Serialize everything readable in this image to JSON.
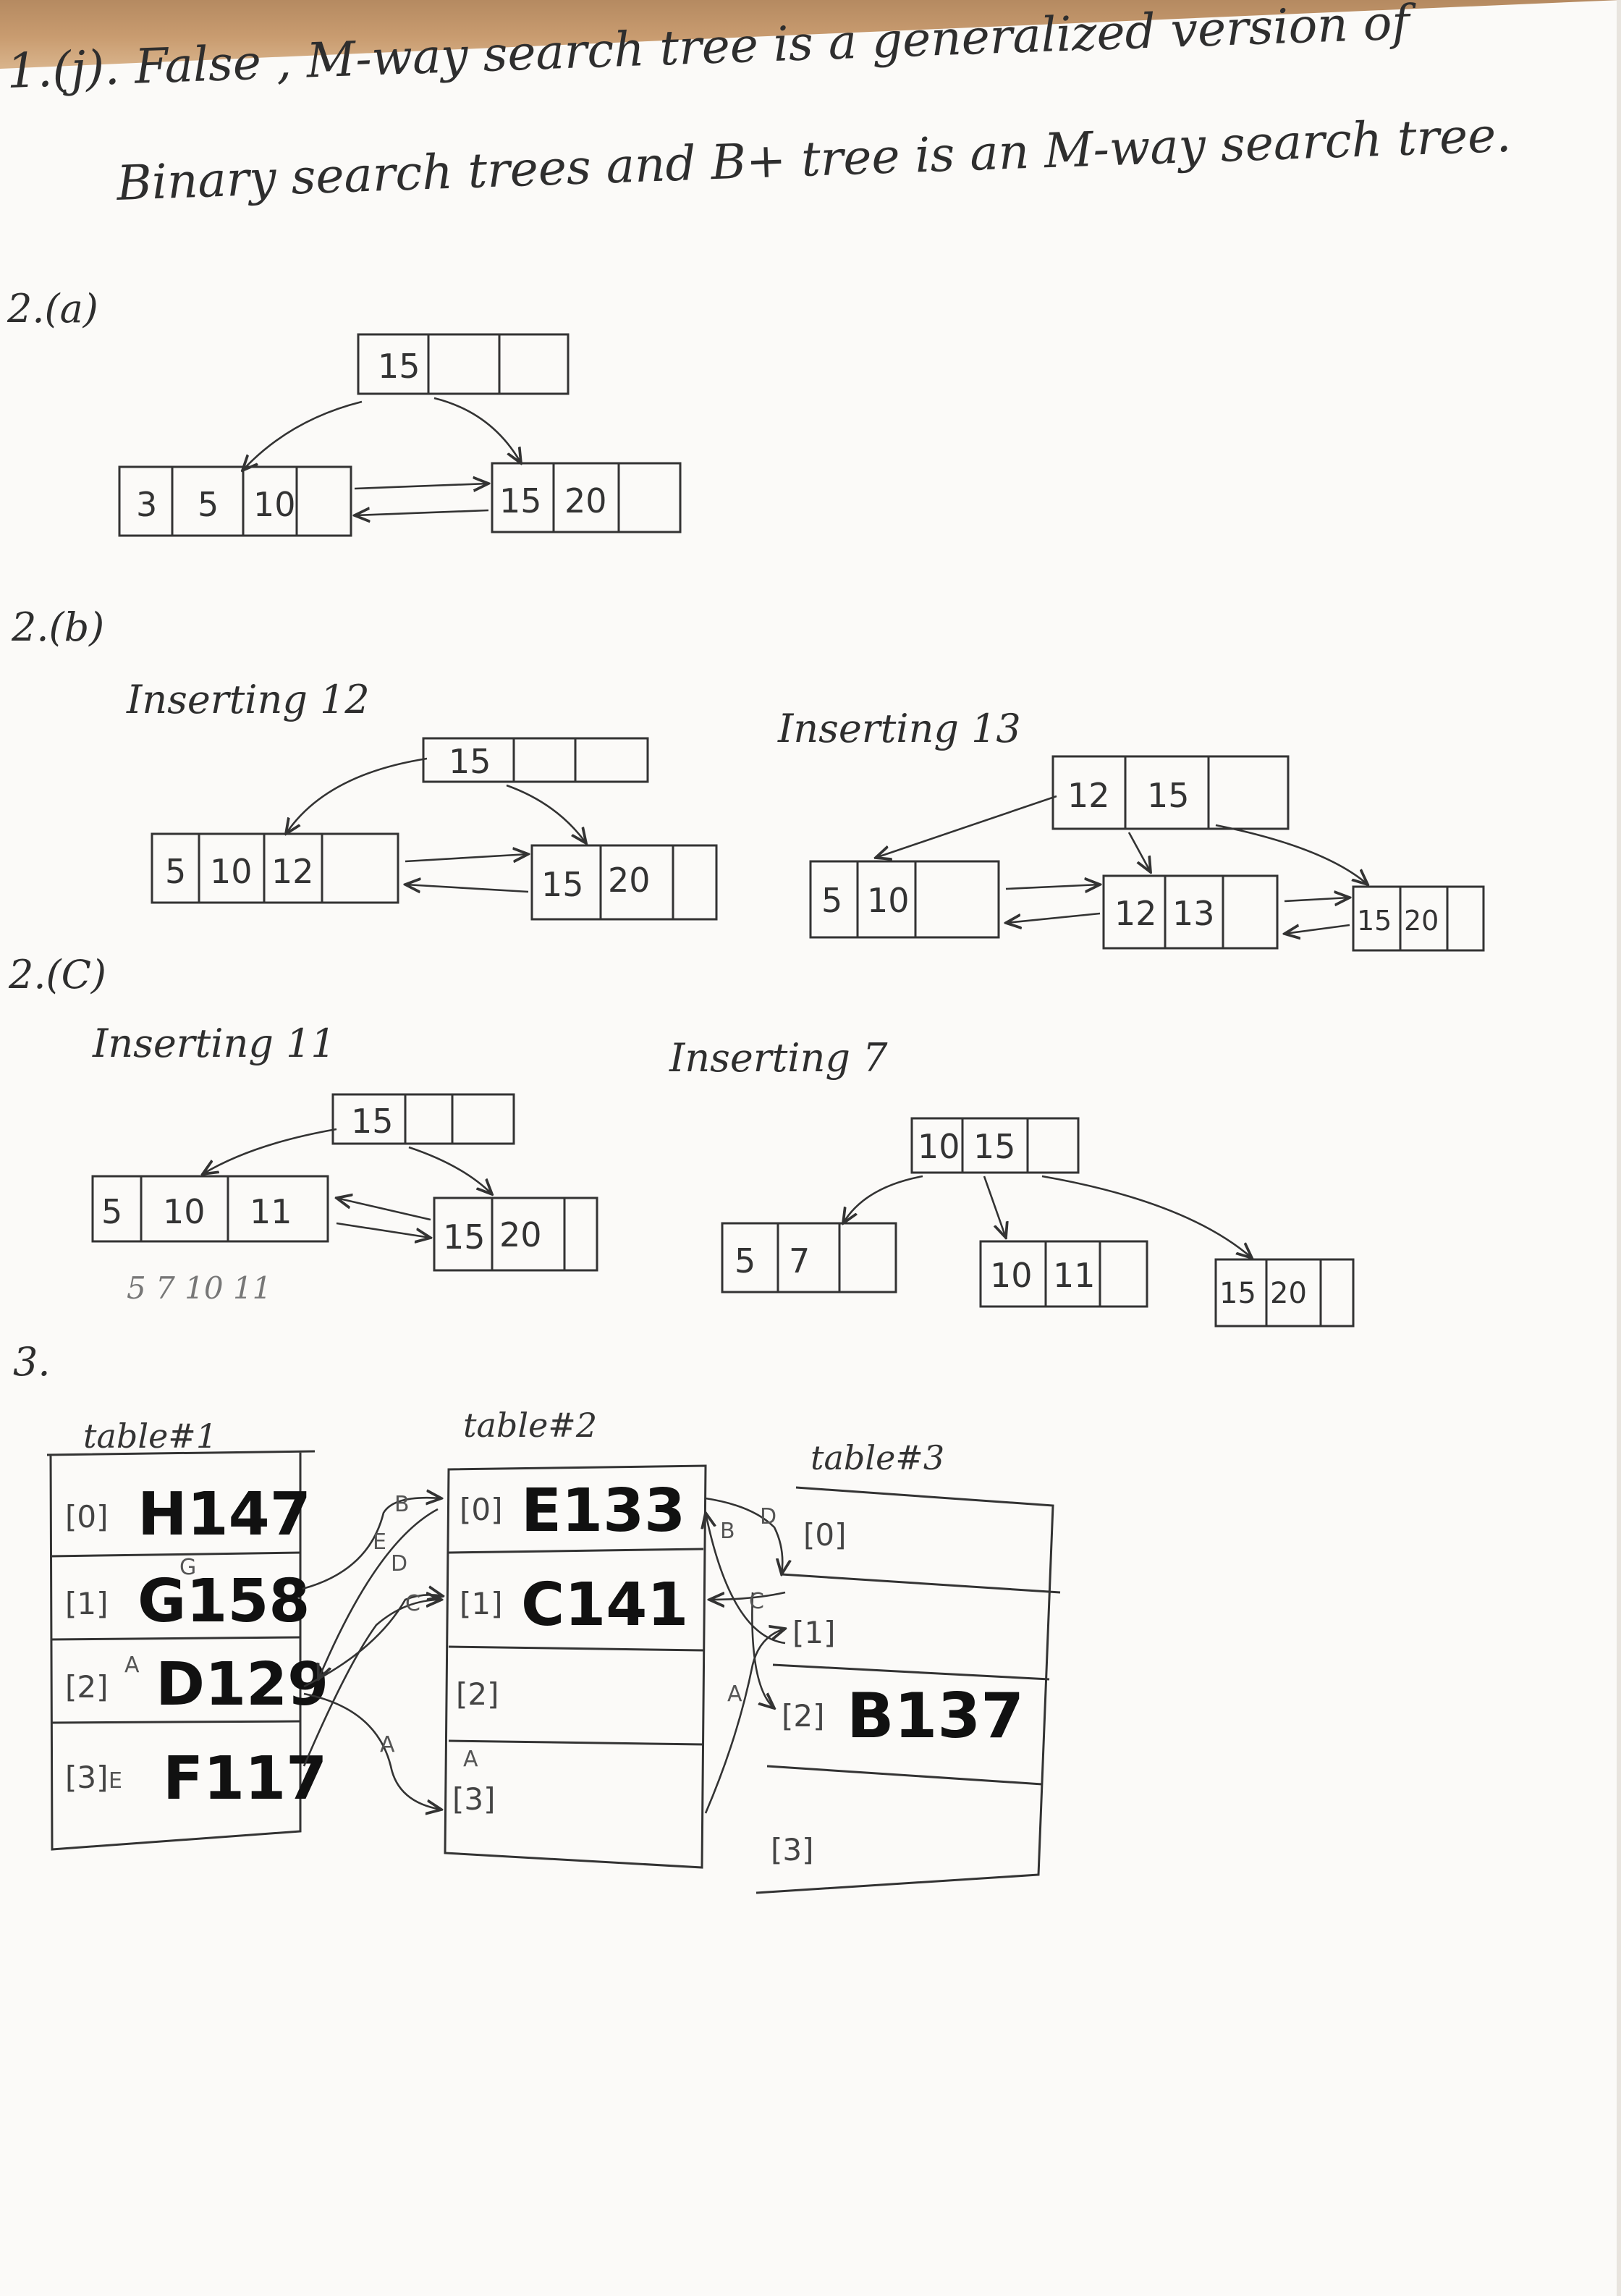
{
  "q1": {
    "line1": "1.(j). False , M-way search tree is a generalized version of",
    "line2": "Binary search trees and B+ tree is an M-way search tree."
  },
  "q2a": {
    "label": "2.(a)",
    "root": [
      "15",
      "",
      ""
    ],
    "leaf_left": [
      "3",
      "5",
      "10"
    ],
    "leaf_right": [
      "15",
      "20",
      ""
    ]
  },
  "q2b": {
    "label": "2.(b)",
    "insert12": {
      "caption": "Inserting 12",
      "root": [
        "15",
        "",
        ""
      ],
      "leaf_left": [
        "5",
        "10",
        "12"
      ],
      "leaf_right": [
        "15",
        "20",
        ""
      ]
    },
    "insert13": {
      "caption": "Inserting 13",
      "root": [
        "12",
        "15",
        ""
      ],
      "leaf_a": [
        "5",
        "10",
        ""
      ],
      "leaf_b": [
        "12",
        "13",
        ""
      ],
      "leaf_c": [
        "15",
        "20",
        ""
      ]
    }
  },
  "q2c": {
    "label": "2.(C)",
    "insert11": {
      "caption": "Inserting 11",
      "root": [
        "15",
        "",
        ""
      ],
      "leaf_left": [
        "5",
        "10",
        "11"
      ],
      "leaf_right": [
        "15",
        "20",
        ""
      ],
      "scratch": "5 7 10 11"
    },
    "insert7": {
      "caption": "Inserting 7",
      "root": [
        "10",
        "15",
        ""
      ],
      "leaf_a": [
        "5",
        "7",
        ""
      ],
      "leaf_b": [
        "10",
        "11",
        ""
      ],
      "leaf_c": [
        "15",
        "20",
        ""
      ]
    }
  },
  "q3": {
    "label": "3.",
    "tables": [
      {
        "title": "table#1",
        "slots": [
          {
            "index": "[0]",
            "entry": "H147",
            "note": ""
          },
          {
            "index": "[1]",
            "entry": "G158",
            "note": "G"
          },
          {
            "index": "[2]",
            "entry": "D129",
            "note": "A"
          },
          {
            "index": "[3]",
            "entry": "F117",
            "note": "E"
          }
        ]
      },
      {
        "title": "table#2",
        "slots": [
          {
            "index": "[0]",
            "entry": "E133",
            "note": ""
          },
          {
            "index": "[1]",
            "entry": "C141",
            "note": ""
          },
          {
            "index": "[2]",
            "entry": "",
            "note": ""
          },
          {
            "index": "[3]",
            "entry": "",
            "note": "A"
          }
        ]
      },
      {
        "title": "table#3",
        "slots": [
          {
            "index": "[0]",
            "entry": "",
            "note": ""
          },
          {
            "index": "[1]",
            "entry": "",
            "note": ""
          },
          {
            "index": "[2]",
            "entry": "B137",
            "note": ""
          },
          {
            "index": "[3]",
            "entry": "",
            "note": ""
          }
        ]
      }
    ],
    "arrow_tags": [
      "B",
      "E",
      "D",
      "C",
      "A",
      "B",
      "D",
      "C",
      "A"
    ]
  }
}
